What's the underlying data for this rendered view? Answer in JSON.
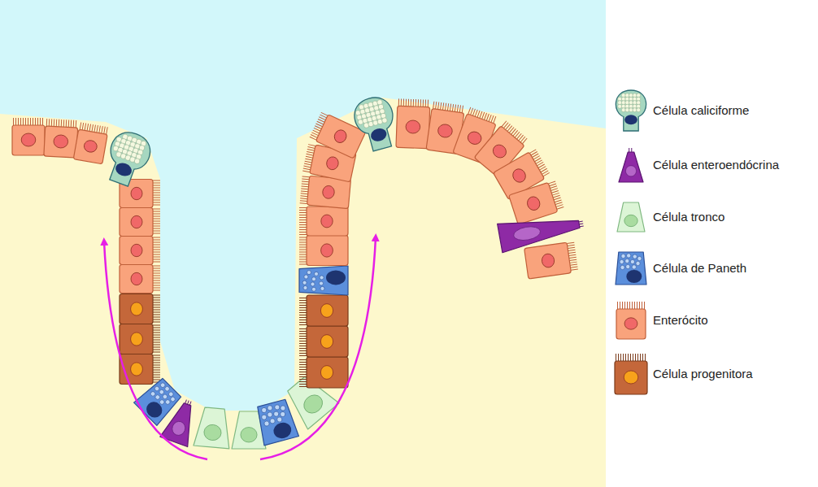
{
  "diagram": {
    "legend": [
      {
        "text": "Célula caliciforme"
      },
      {
        "text": "Célula enteroendócrina"
      },
      {
        "text": "Célula tronco"
      },
      {
        "text": "Célula de Paneth"
      },
      {
        "text": "Enterócito"
      },
      {
        "text": "Célula progenitora"
      }
    ]
  }
}
